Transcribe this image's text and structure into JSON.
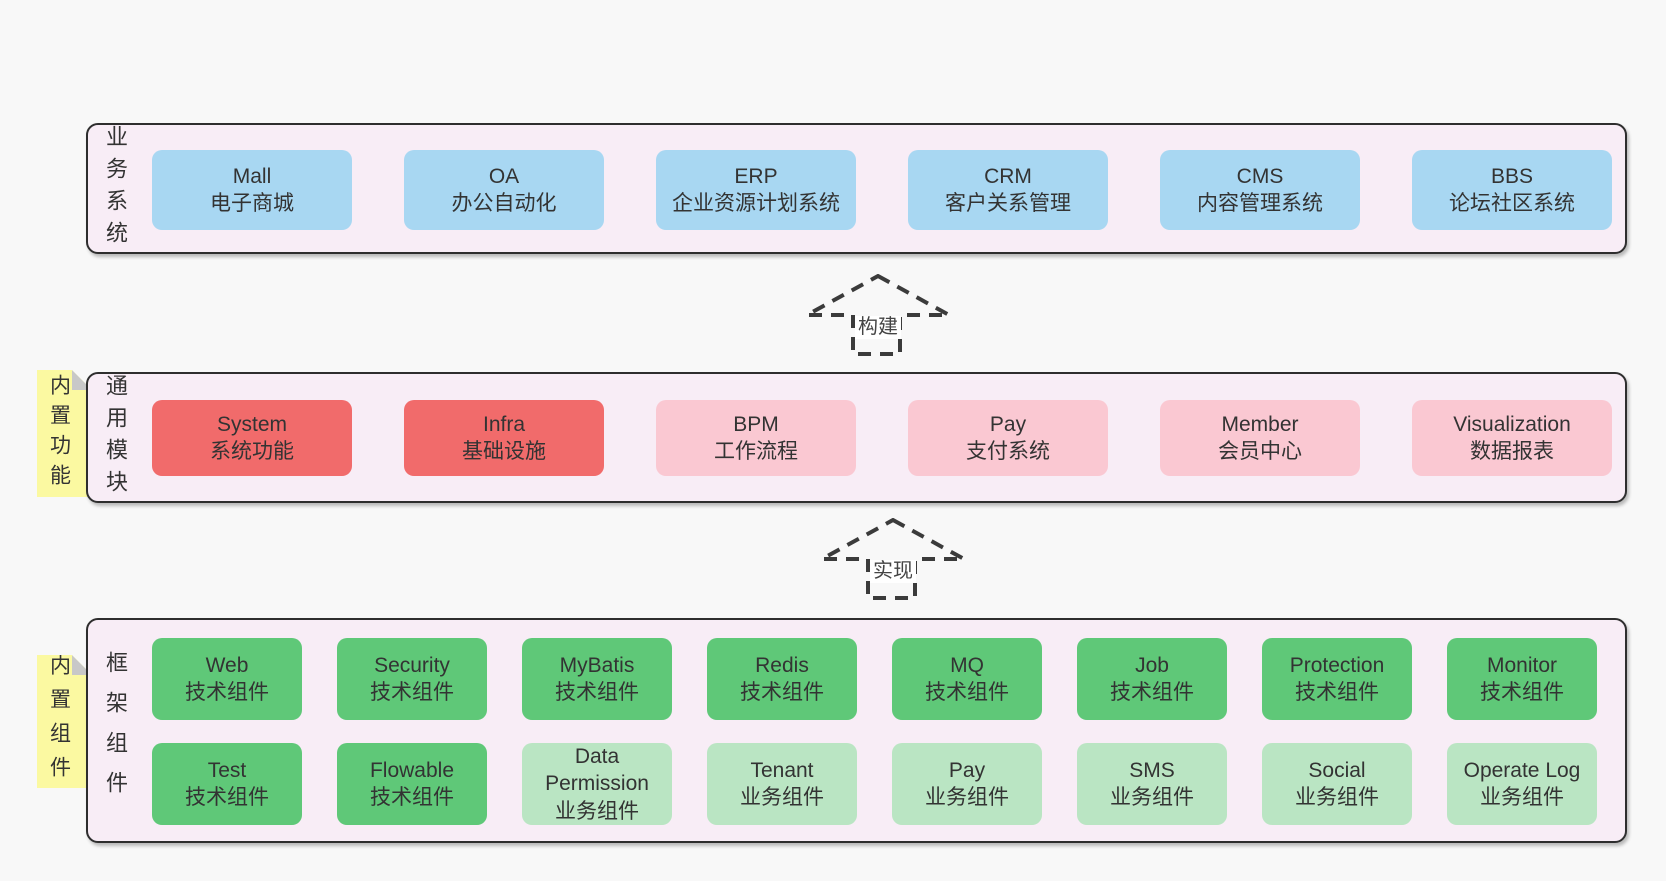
{
  "colors": {
    "page_bg": "#f8f8f8",
    "panel_bg": "#f8edf6",
    "panel_border": "#2e2e2e",
    "text": "#333333",
    "blue": "#a8d7f2",
    "red": "#f16b6b",
    "pink": "#fac8d2",
    "green": "#5fc878",
    "green_light": "#bae5c3",
    "note_yellow": "#fbf9a1",
    "note_fold": "#c8c8c8",
    "arrow_stroke": "#3b3b3b"
  },
  "arrows": {
    "build": {
      "label": "构建"
    },
    "implement": {
      "label": "实现"
    }
  },
  "sections": {
    "business": {
      "side_label": "业务系统",
      "boxes": [
        {
          "en": "Mall",
          "zh": "电子商城",
          "type": "blue"
        },
        {
          "en": "OA",
          "zh": "办公自动化",
          "type": "blue"
        },
        {
          "en": "ERP",
          "zh": "企业资源计划系统",
          "type": "blue"
        },
        {
          "en": "CRM",
          "zh": "客户关系管理",
          "type": "blue"
        },
        {
          "en": "CMS",
          "zh": "内容管理系统",
          "type": "blue"
        },
        {
          "en": "BBS",
          "zh": "论坛社区系统",
          "type": "blue"
        }
      ]
    },
    "modules": {
      "side_label": "通用模块",
      "note": "内置功能",
      "boxes": [
        {
          "en": "System",
          "zh": "系统功能",
          "type": "red"
        },
        {
          "en": "Infra",
          "zh": "基础设施",
          "type": "red"
        },
        {
          "en": "BPM",
          "zh": "工作流程",
          "type": "pink"
        },
        {
          "en": "Pay",
          "zh": "支付系统",
          "type": "pink"
        },
        {
          "en": "Member",
          "zh": "会员中心",
          "type": "pink"
        },
        {
          "en": "Visualization",
          "zh": "数据报表",
          "type": "pink"
        }
      ]
    },
    "components": {
      "side_label": "框架组件",
      "note": "内置组件",
      "rows": [
        [
          {
            "en": "Web",
            "zh": "技术组件",
            "type": "green"
          },
          {
            "en": "Security",
            "zh": "技术组件",
            "type": "green"
          },
          {
            "en": "MyBatis",
            "zh": "技术组件",
            "type": "green"
          },
          {
            "en": "Redis",
            "zh": "技术组件",
            "type": "green"
          },
          {
            "en": "MQ",
            "zh": "技术组件",
            "type": "green"
          },
          {
            "en": "Job",
            "zh": "技术组件",
            "type": "green"
          },
          {
            "en": "Protection",
            "zh": "技术组件",
            "type": "green"
          },
          {
            "en": "Monitor",
            "zh": "技术组件",
            "type": "green"
          }
        ],
        [
          {
            "en": "Test",
            "zh": "技术组件",
            "type": "green"
          },
          {
            "en": "Flowable",
            "zh": "技术组件",
            "type": "green"
          },
          {
            "en": "Data Permission",
            "zh": "业务组件",
            "type": "green_light"
          },
          {
            "en": "Tenant",
            "zh": "业务组件",
            "type": "green_light"
          },
          {
            "en": "Pay",
            "zh": "业务组件",
            "type": "green_light"
          },
          {
            "en": "SMS",
            "zh": "业务组件",
            "type": "green_light"
          },
          {
            "en": "Social",
            "zh": "业务组件",
            "type": "green_light"
          },
          {
            "en": "Operate Log",
            "zh": "业务组件",
            "type": "green_light"
          }
        ]
      ]
    }
  }
}
